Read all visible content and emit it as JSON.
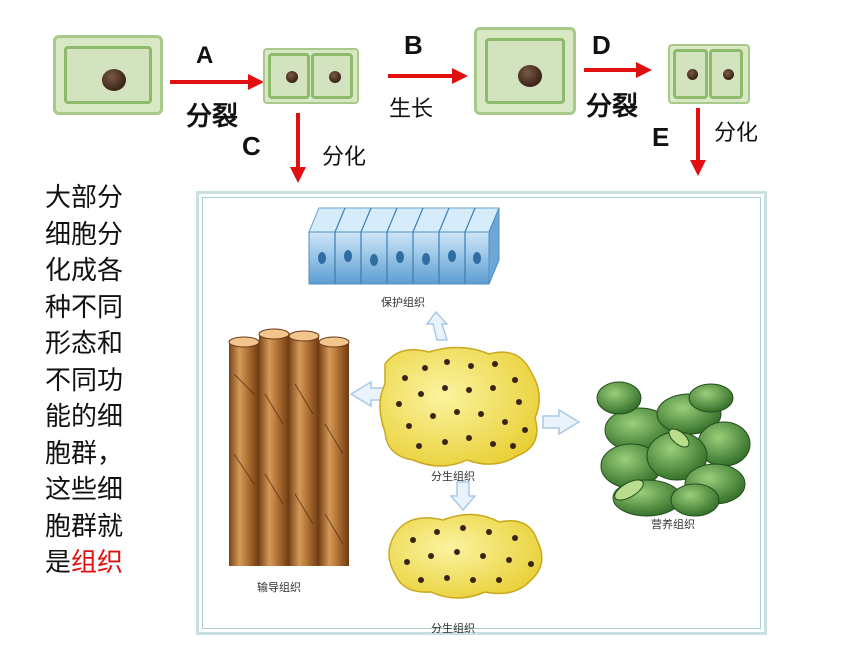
{
  "process": {
    "step_a": {
      "letter": "A",
      "label": "分裂"
    },
    "step_b": {
      "letter": "B",
      "label": "生长"
    },
    "step_c": {
      "letter": "C",
      "label": "分化"
    },
    "step_d": {
      "letter": "D",
      "label": "分裂"
    },
    "step_e": {
      "letter": "E",
      "label": "分化"
    }
  },
  "side_text": {
    "lines": [
      "大部分",
      "细胞分",
      "化成各",
      "种不同",
      "形态和",
      "不同功",
      "能的细",
      "胞群，",
      "这些细",
      "胞群就"
    ],
    "last_prefix": "是",
    "last_highlight": "组织"
  },
  "tissues": {
    "protective": "保护组织",
    "conductive": "输导组织",
    "meristem": "分生组织",
    "nutritive": "营养组织",
    "meristem_bottom": "分生组织"
  },
  "colors": {
    "arrow": "#e01010",
    "highlight": "#e01010",
    "cell_wall": "#8dba6b",
    "cell_fill": "#d4e3bf",
    "meristem_cell": "#f3e36a",
    "protective_cell": "#7fb4dd",
    "conductive": "#b8783a",
    "nutritive": "#4e8a3a",
    "panel_border": "#c9dfe0",
    "hint_arrow": "#c6dcef"
  }
}
